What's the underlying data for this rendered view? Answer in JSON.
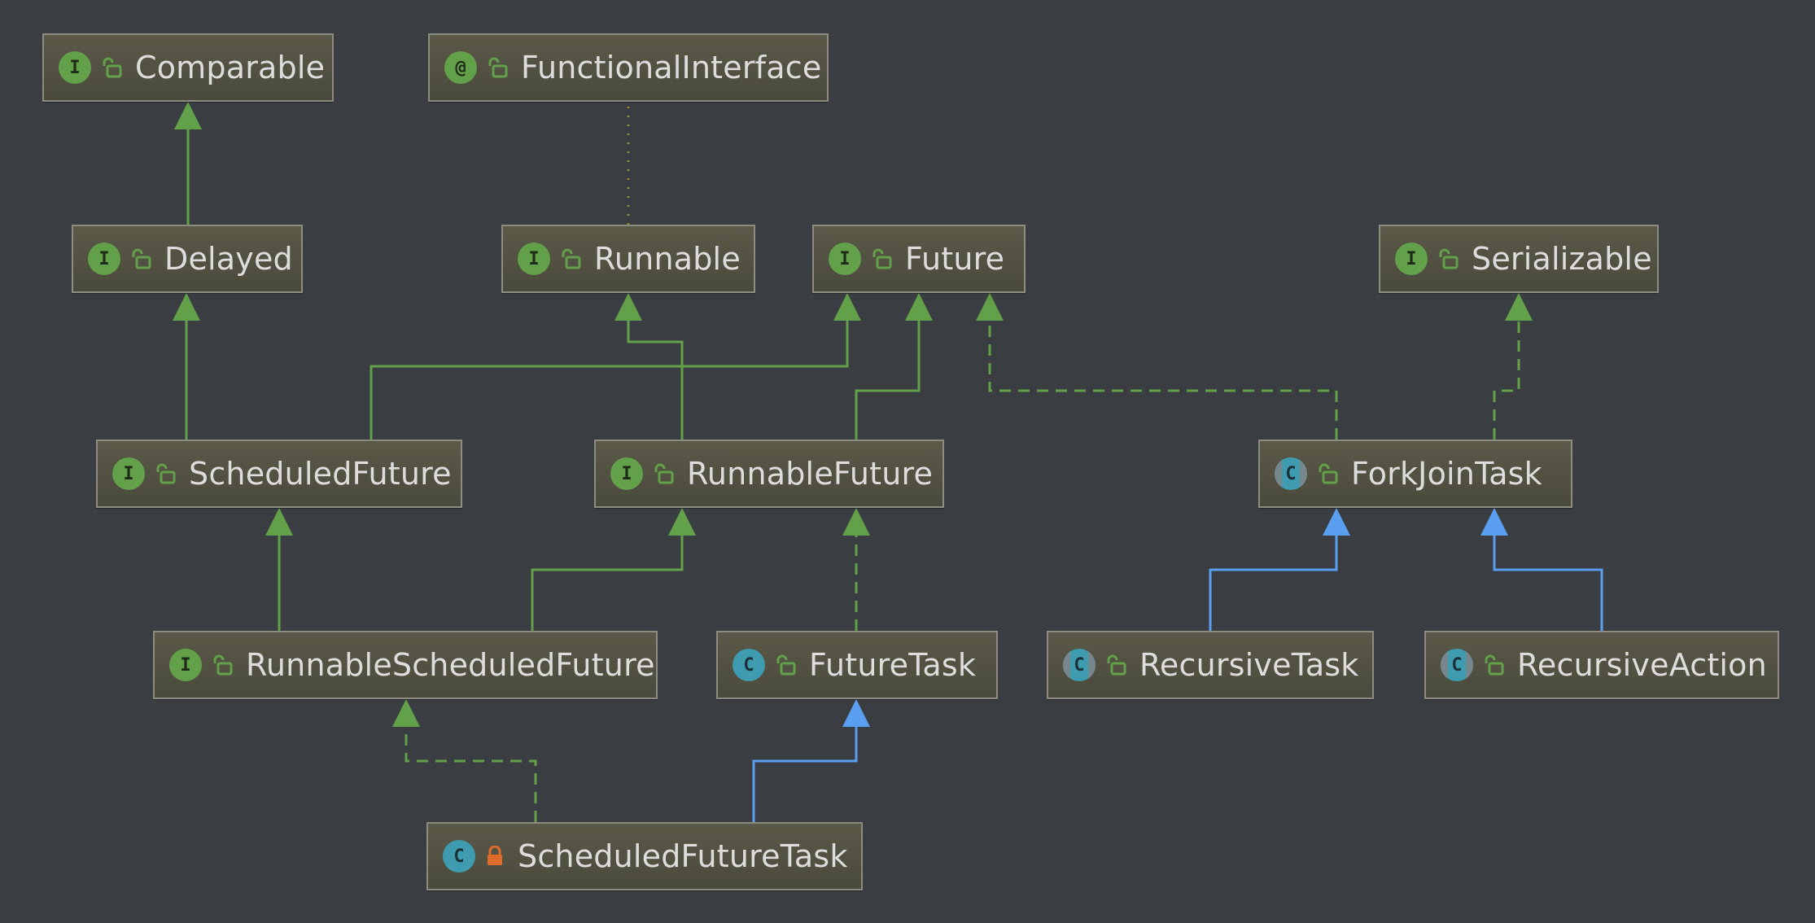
{
  "colors": {
    "background": "#3a3e42",
    "interface_edge": "#62a04a",
    "class_edge": "#5a9ef0",
    "annotation_edge": "#8c8c3a",
    "public_lock": "#62a04a",
    "private_lock": "#e06a2a"
  },
  "nodes": [
    {
      "id": "comparable",
      "name": "Comparable",
      "kind": "I",
      "kind_label": "I",
      "visibility": "public",
      "icon": "interface-icon"
    },
    {
      "id": "functional",
      "name": "FunctionalInterface",
      "kind": "A",
      "kind_label": "@",
      "visibility": "public",
      "icon": "annotation-icon"
    },
    {
      "id": "delayed",
      "name": "Delayed",
      "kind": "I",
      "kind_label": "I",
      "visibility": "public",
      "icon": "interface-icon"
    },
    {
      "id": "runnable",
      "name": "Runnable",
      "kind": "I",
      "kind_label": "I",
      "visibility": "public",
      "icon": "interface-icon"
    },
    {
      "id": "future",
      "name": "Future",
      "kind": "I",
      "kind_label": "I",
      "visibility": "public",
      "icon": "interface-icon"
    },
    {
      "id": "serializable",
      "name": "Serializable",
      "kind": "I",
      "kind_label": "I",
      "visibility": "public",
      "icon": "interface-icon"
    },
    {
      "id": "scheduledfuture",
      "name": "ScheduledFuture",
      "kind": "I",
      "kind_label": "I",
      "visibility": "public",
      "icon": "interface-icon"
    },
    {
      "id": "runnablefuture",
      "name": "RunnableFuture",
      "kind": "I",
      "kind_label": "I",
      "visibility": "public",
      "icon": "interface-icon"
    },
    {
      "id": "forkjointask",
      "name": "ForkJoinTask",
      "kind": "AC",
      "kind_label": "C",
      "visibility": "public",
      "icon": "abstract-class-icon"
    },
    {
      "id": "runnablescheduledfuture",
      "name": "RunnableScheduledFuture",
      "kind": "I",
      "kind_label": "I",
      "visibility": "public",
      "icon": "interface-icon"
    },
    {
      "id": "futuretask",
      "name": "FutureTask",
      "kind": "C",
      "kind_label": "C",
      "visibility": "public",
      "icon": "class-icon"
    },
    {
      "id": "recursivetask",
      "name": "RecursiveTask",
      "kind": "AC",
      "kind_label": "C",
      "visibility": "public",
      "icon": "abstract-class-icon"
    },
    {
      "id": "recursiveaction",
      "name": "RecursiveAction",
      "kind": "AC",
      "kind_label": "C",
      "visibility": "public",
      "icon": "abstract-class-icon"
    },
    {
      "id": "scheduledfuturetask",
      "name": "ScheduledFutureTask",
      "kind": "C",
      "kind_label": "C",
      "visibility": "private",
      "icon": "class-icon"
    }
  ],
  "edges": [
    {
      "from": "delayed",
      "to": "comparable",
      "type": "extends-interface"
    },
    {
      "from": "runnable",
      "to": "functional",
      "type": "annotated-with"
    },
    {
      "from": "scheduledfuture",
      "to": "delayed",
      "type": "extends-interface"
    },
    {
      "from": "scheduledfuture",
      "to": "future",
      "type": "extends-interface"
    },
    {
      "from": "runnablefuture",
      "to": "runnable",
      "type": "extends-interface"
    },
    {
      "from": "runnablefuture",
      "to": "future",
      "type": "extends-interface"
    },
    {
      "from": "forkjointask",
      "to": "future",
      "type": "implements"
    },
    {
      "from": "forkjointask",
      "to": "serializable",
      "type": "implements"
    },
    {
      "from": "runnablescheduledfuture",
      "to": "scheduledfuture",
      "type": "extends-interface"
    },
    {
      "from": "runnablescheduledfuture",
      "to": "runnablefuture",
      "type": "extends-interface"
    },
    {
      "from": "futuretask",
      "to": "runnablefuture",
      "type": "implements"
    },
    {
      "from": "recursivetask",
      "to": "forkjointask",
      "type": "extends-class"
    },
    {
      "from": "recursiveaction",
      "to": "forkjointask",
      "type": "extends-class"
    },
    {
      "from": "scheduledfuturetask",
      "to": "runnablescheduledfuture",
      "type": "implements"
    },
    {
      "from": "scheduledfuturetask",
      "to": "futuretask",
      "type": "extends-class"
    }
  ]
}
